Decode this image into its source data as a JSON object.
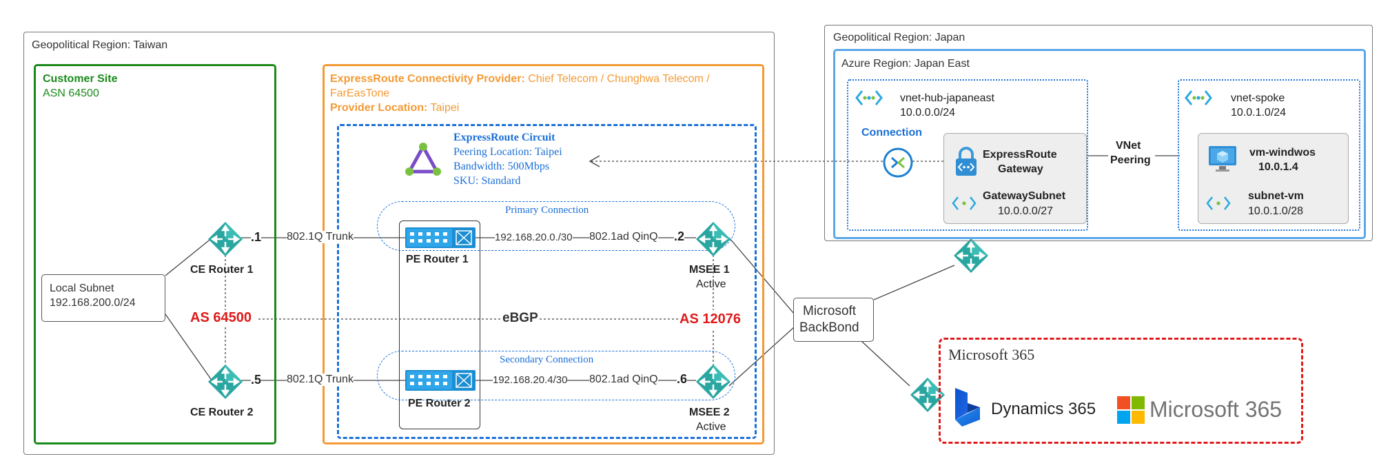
{
  "taiwan": {
    "region_label": "Geopolitical Region: Taiwan"
  },
  "japan": {
    "region_label": "Geopolitical Region: Japan"
  },
  "azure": {
    "region_label": "Azure Region: Japan East"
  },
  "customer": {
    "title": "Customer Site",
    "asn": "ASN 64500"
  },
  "local_subnet": {
    "label": "Local Subnet",
    "cidr": "192.168.200.0/24"
  },
  "provider": {
    "title_prefix": "ExpressRoute Connectivity Provider:",
    "title_value": "Chief Telecom / Chunghwa Telecom /",
    "title_value2": "FarEasTone",
    "location_prefix": "Provider Location:",
    "location_value": "Taipei"
  },
  "circuit": {
    "title": "ExpressRoute Circuit",
    "peering": "Peering Location: Taipei",
    "bandwidth": "Bandwidth: 500Mbps",
    "sku": "SKU: Standard"
  },
  "primary": {
    "label": "Primary Connection"
  },
  "secondary": {
    "label": "Secondary Connection"
  },
  "ce1": {
    "label": "CE Router 1",
    "ip": ".1"
  },
  "ce2": {
    "label": "CE Router 2",
    "ip": ".5"
  },
  "pe1": {
    "label": "PE Router 1"
  },
  "pe2": {
    "label": "PE Router 2"
  },
  "msee1": {
    "label": "MSEE 1",
    "status": "Active",
    "ip": ".2"
  },
  "msee2": {
    "label": "MSEE 2",
    "status": "Active",
    "ip": ".6"
  },
  "links": {
    "trunk1": "802.1Q Trunk",
    "trunk2": "802.1Q Trunk",
    "subnet1": "192.168.20.0./30",
    "subnet2": "192.168.20.4/30",
    "qinq1": "802.1ad QinQ",
    "qinq2": "802.1ad QinQ",
    "ebgp": "eBGP"
  },
  "as": {
    "customer": "AS 64500",
    "microsoft": "AS 12076"
  },
  "backbone": {
    "line1": "Microsoft",
    "line2": "BackBond"
  },
  "hub": {
    "name": "vnet-hub-japaneast",
    "cidr": "10.0.0.0/24",
    "connection": "Connection",
    "gw_line1": "ExpressRoute",
    "gw_line2": "Gateway",
    "gw_subnet": "GatewaySubnet",
    "gw_subnet_cidr": "10.0.0.0/27"
  },
  "peering": {
    "line1": "VNet",
    "line2": "Peering"
  },
  "spoke": {
    "name": "vnet-spoke",
    "cidr": "10.0.1.0/24",
    "vm_name": "vm-windwos",
    "vm_ip": "10.0.1.4",
    "subnet": "subnet-vm",
    "subnet_cidr": "10.0.1.0/28"
  },
  "m365": {
    "title": "Microsoft 365",
    "dynamics": "Dynamics 365",
    "microsoft365": "Microsoft 365"
  },
  "colors": {
    "green": "#1a8a1a",
    "orange": "#f39a35",
    "blue": "#1a6fd6",
    "red": "#e01919",
    "teal": "#2aa6a0",
    "azure_blue": "#5aa7e8"
  }
}
